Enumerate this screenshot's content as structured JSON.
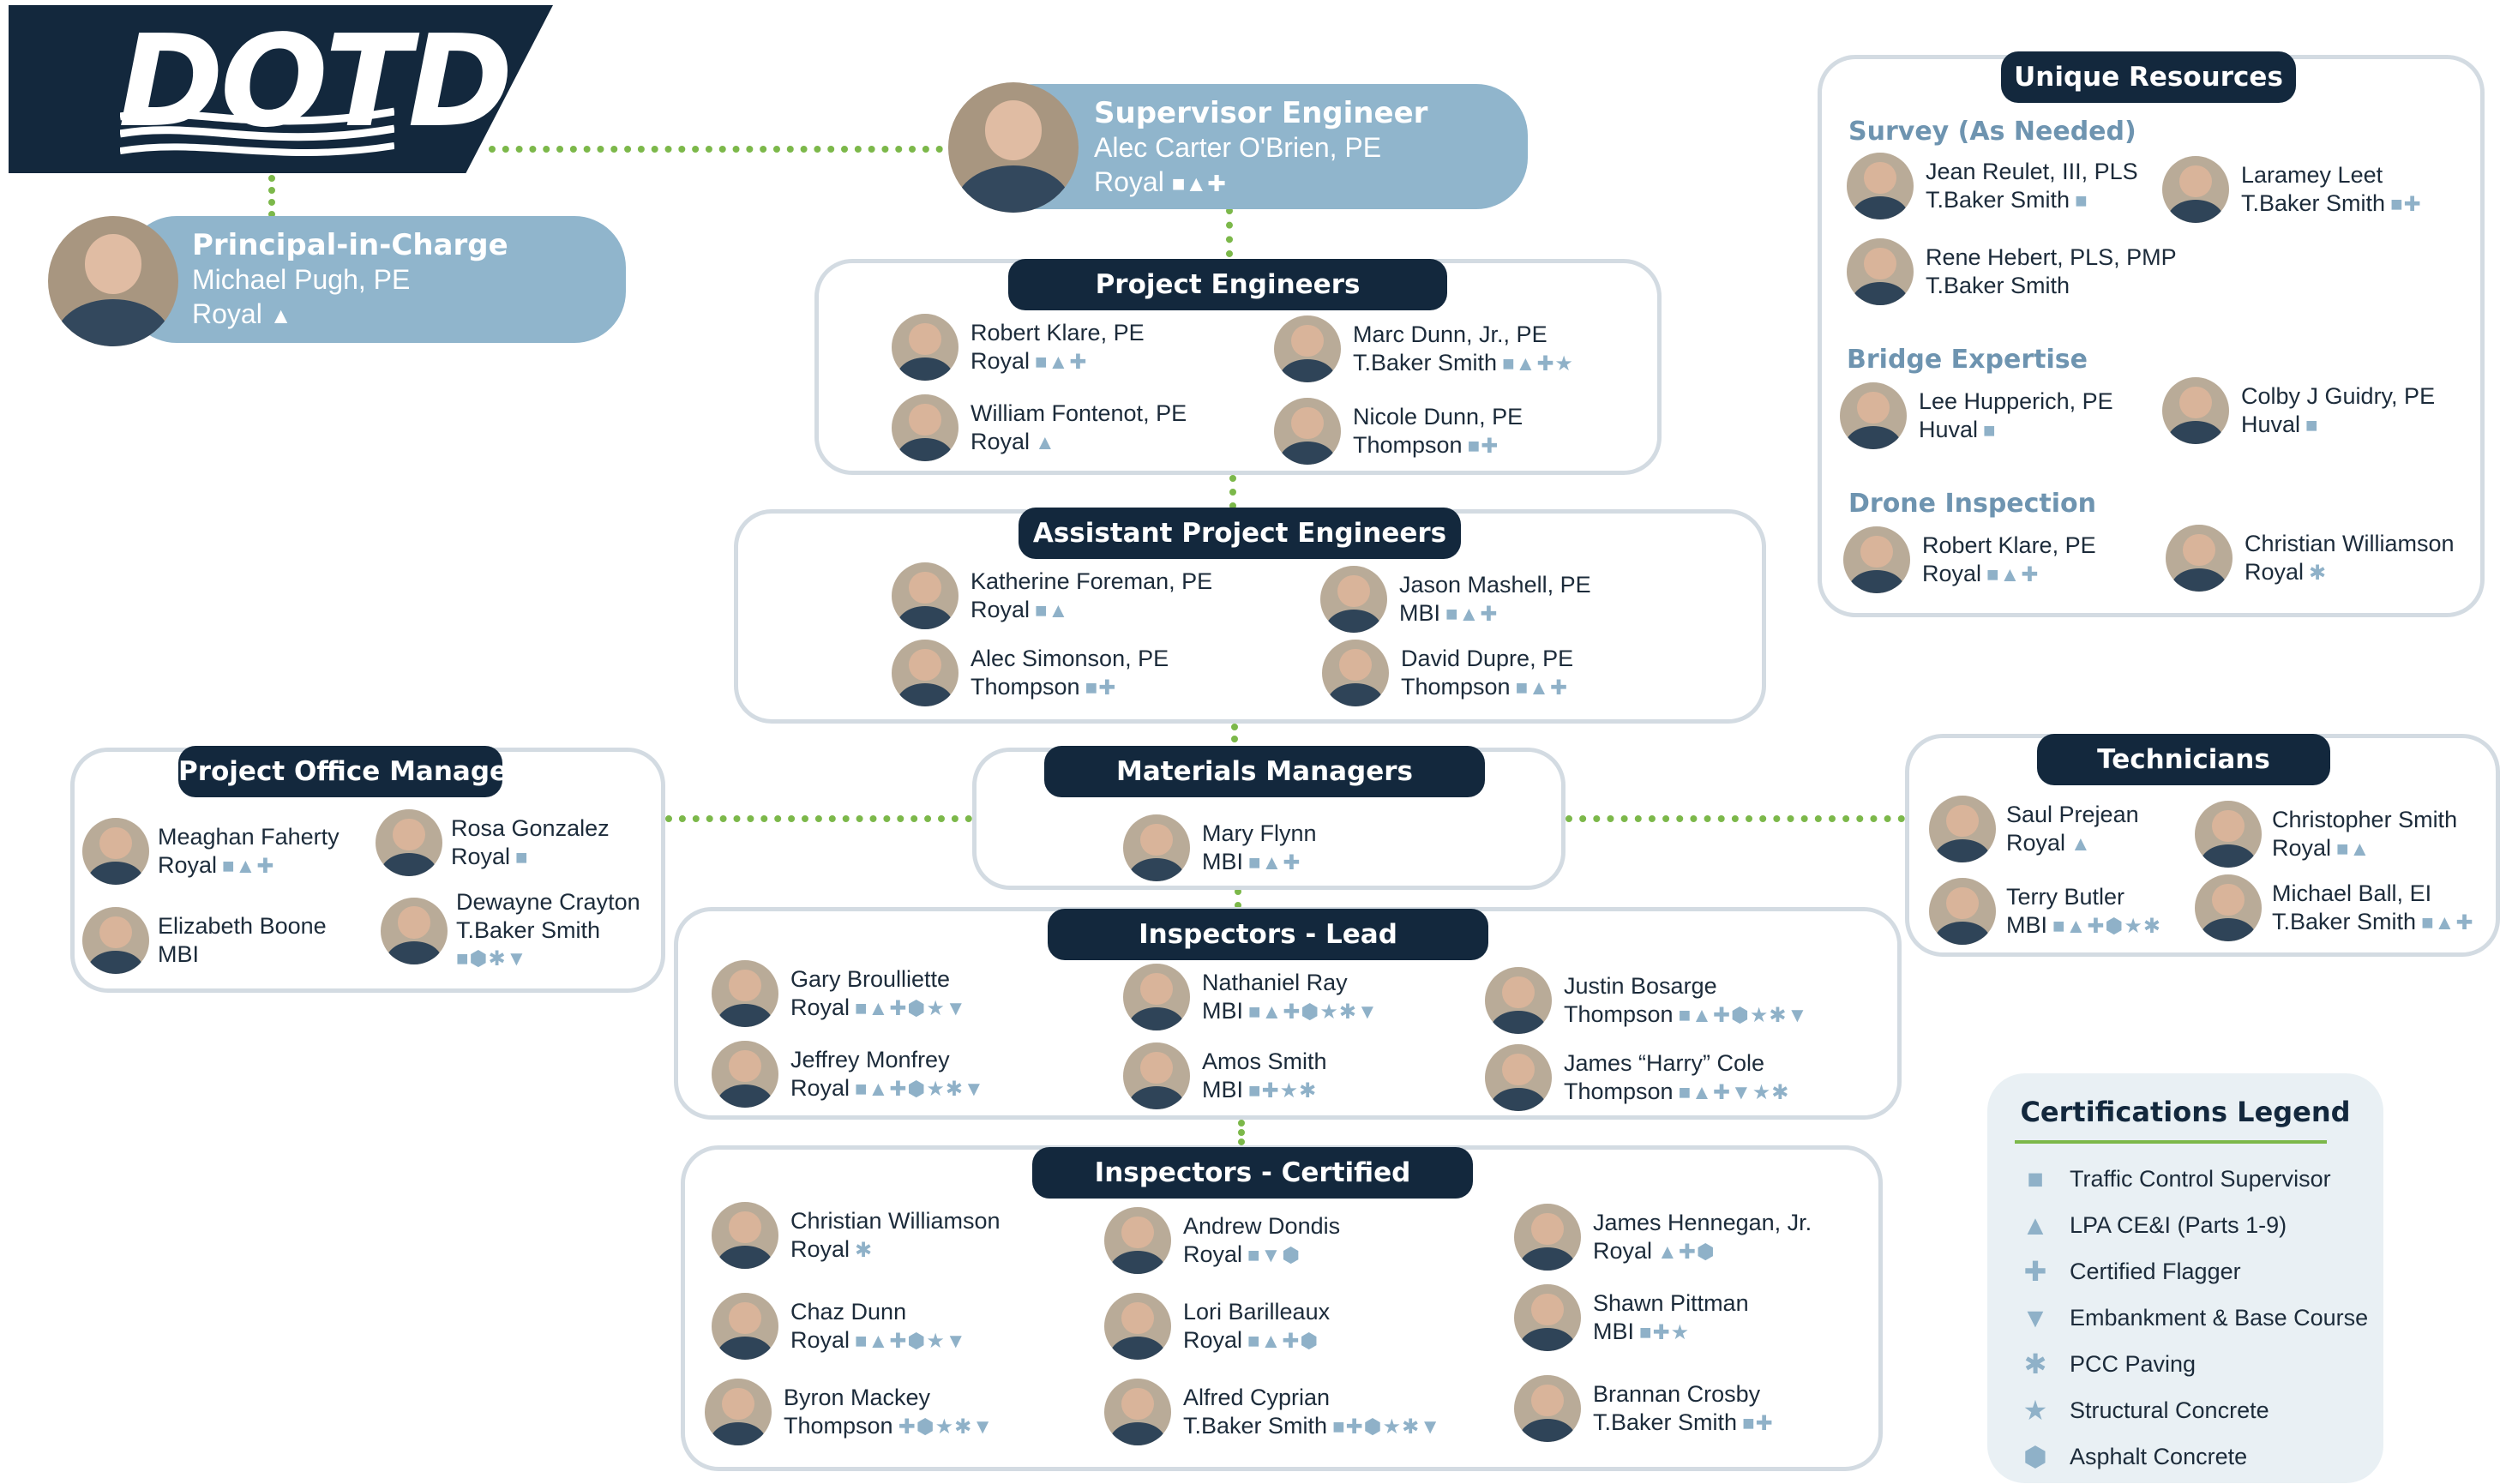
{
  "brand": {
    "logo_text": "DOTD",
    "color_navy": "#13283d",
    "color_accent_green": "#7cb84a",
    "color_pill": "#90b5cc"
  },
  "supervisor": {
    "title": "Supervisor Engineer",
    "name": "Alec Carter O'Brien, PE",
    "company": "Royal",
    "certs": "■▲✚"
  },
  "principal": {
    "title": "Principal-in-Charge",
    "name": "Michael Pugh, PE",
    "company": "Royal",
    "certs": "▲"
  },
  "project_engineers": {
    "title": "Project Engineers",
    "people": [
      {
        "name": "Robert Klare, PE",
        "company": "Royal",
        "certs": "■▲✚"
      },
      {
        "name": "Marc Dunn, Jr., PE",
        "company": "T.Baker Smith",
        "certs": "■▲✚★"
      },
      {
        "name": "William Fontenot, PE",
        "company": "Royal",
        "certs": "▲"
      },
      {
        "name": "Nicole Dunn, PE",
        "company": "Thompson",
        "certs": "■✚"
      }
    ]
  },
  "assistant_engineers": {
    "title": "Assistant Project Engineers",
    "people": [
      {
        "name": "Katherine Foreman, PE",
        "company": "Royal",
        "certs": "■▲"
      },
      {
        "name": "Jason Mashell, PE",
        "company": "MBI",
        "certs": "■▲✚"
      },
      {
        "name": "Alec Simonson, PE",
        "company": "Thompson",
        "certs": "■✚"
      },
      {
        "name": "David Dupre, PE",
        "company": "Thompson",
        "certs": "■▲✚"
      }
    ]
  },
  "office_managers": {
    "title": "Project Office Managers",
    "people": [
      {
        "name": "Meaghan Faherty",
        "company": "Royal",
        "certs": "■▲✚"
      },
      {
        "name": "Rosa Gonzalez",
        "company": "Royal",
        "certs": "■"
      },
      {
        "name": "Elizabeth Boone",
        "company": "MBI",
        "certs": ""
      },
      {
        "name": "Dewayne Crayton",
        "company": "T.Baker Smith",
        "certs": "■⬢✱▼"
      }
    ]
  },
  "materials_managers": {
    "title": "Materials Managers",
    "people": [
      {
        "name": "Mary Flynn",
        "company": "MBI",
        "certs": "■▲✚"
      }
    ]
  },
  "technicians": {
    "title": "Technicians",
    "people": [
      {
        "name": "Saul Prejean",
        "company": "Royal",
        "certs": "▲"
      },
      {
        "name": "Christopher Smith",
        "company": "Royal",
        "certs": "■▲"
      },
      {
        "name": "Terry Butler",
        "company": "MBI",
        "certs": "■▲✚⬢★✱"
      },
      {
        "name": "Michael Ball, EI",
        "company": "T.Baker Smith",
        "certs": "■▲✚"
      }
    ]
  },
  "inspectors_lead": {
    "title": "Inspectors - Lead",
    "people": [
      {
        "name": "Gary Broulliette",
        "company": "Royal",
        "certs": "■▲✚⬢★▼"
      },
      {
        "name": "Nathaniel Ray",
        "company": "MBI",
        "certs": "■▲✚⬢★✱▼"
      },
      {
        "name": "Justin Bosarge",
        "company": "Thompson",
        "certs": "■▲✚⬢★✱▼"
      },
      {
        "name": "Jeffrey Monfrey",
        "company": "Royal",
        "certs": "■▲✚⬢★✱▼"
      },
      {
        "name": "Amos Smith",
        "company": "MBI",
        "certs": "■✚★✱"
      },
      {
        "name": "James “Harry” Cole",
        "company": "Thompson",
        "certs": "■▲✚▼★✱"
      }
    ]
  },
  "inspectors_certified": {
    "title": "Inspectors - Certified",
    "people": [
      {
        "name": "Christian Williamson",
        "company": "Royal",
        "certs": "✱"
      },
      {
        "name": "Andrew Dondis",
        "company": "Royal",
        "certs": "■▼⬢"
      },
      {
        "name": "James Hennegan, Jr.",
        "company": "Royal",
        "certs": "▲✚⬢"
      },
      {
        "name": "Chaz Dunn",
        "company": "Royal",
        "certs": "■▲✚⬢★▼"
      },
      {
        "name": "Lori Barilleaux",
        "company": "Royal",
        "certs": "■▲✚⬢"
      },
      {
        "name": "Shawn Pittman",
        "company": "MBI",
        "certs": "■✚★"
      },
      {
        "name": "Byron Mackey",
        "company": "Thompson",
        "certs": "✚⬢★✱▼"
      },
      {
        "name": "Alfred Cyprian",
        "company": "T.Baker Smith",
        "certs": "■✚⬢★✱▼"
      },
      {
        "name": "Brannan Crosby",
        "company": "T.Baker Smith",
        "certs": "■✚"
      }
    ]
  },
  "unique_resources": {
    "title": "Unique Resources",
    "survey": {
      "label": "Survey (As Needed)",
      "people": [
        {
          "name": "Jean Reulet, III, PLS",
          "company": "T.Baker Smith",
          "certs": "■"
        },
        {
          "name": "Laramey Leet",
          "company": "T.Baker Smith",
          "certs": "■✚"
        },
        {
          "name": "Rene Hebert, PLS, PMP",
          "company": "T.Baker Smith",
          "certs": ""
        }
      ]
    },
    "bridge": {
      "label": "Bridge Expertise",
      "people": [
        {
          "name": "Lee Hupperich, PE",
          "company": "Huval",
          "certs": "■"
        },
        {
          "name": "Colby J Guidry, PE",
          "company": "Huval",
          "certs": "■"
        }
      ]
    },
    "drone": {
      "label": "Drone Inspection",
      "people": [
        {
          "name": "Robert Klare, PE",
          "company": "Royal",
          "certs": "■▲✚"
        },
        {
          "name": "Christian Williamson",
          "company": "Royal",
          "certs": "✱"
        }
      ]
    }
  },
  "legend": {
    "title": "Certifications Legend",
    "items": [
      {
        "icon": "square-icon",
        "symbol": "■",
        "label": "Traffic Control Supervisor"
      },
      {
        "icon": "triangle-icon",
        "symbol": "▲",
        "label": "LPA CE&I (Parts 1-9)"
      },
      {
        "icon": "cross-icon",
        "symbol": "✚",
        "label": "Certified Flagger"
      },
      {
        "icon": "inverted-trapezoid-icon",
        "symbol": "▼",
        "label": "Embankment & Base Course"
      },
      {
        "icon": "asterisk-icon",
        "symbol": "✱",
        "label": "PCC Paving"
      },
      {
        "icon": "star-icon",
        "symbol": "★",
        "label": "Structural Concrete"
      },
      {
        "icon": "hexagon-icon",
        "symbol": "⬢",
        "label": "Asphalt Concrete"
      }
    ]
  }
}
